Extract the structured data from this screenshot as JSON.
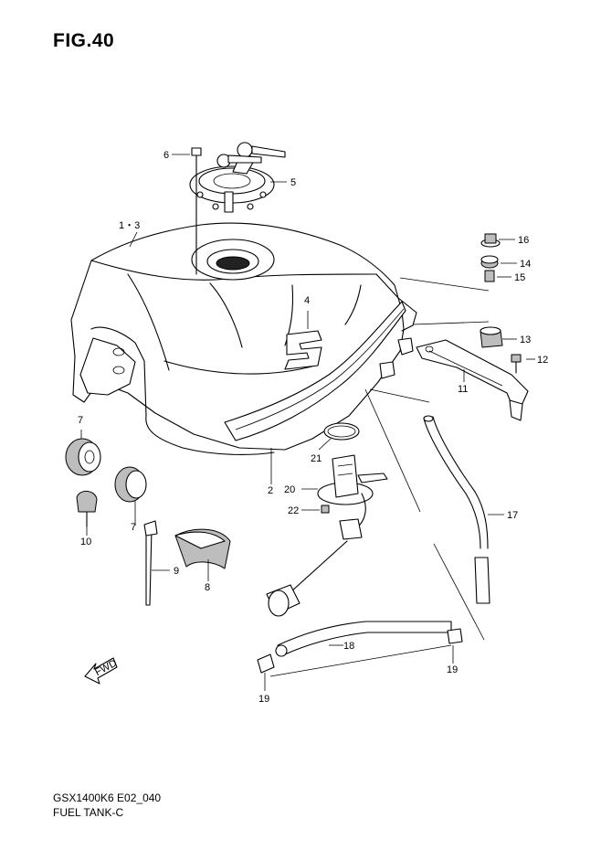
{
  "figure": {
    "title": "FIG.40",
    "model_code": "GSX1400K6 E02_040",
    "name": "FUEL TANK-C",
    "direction_label": "FWD"
  },
  "callouts": [
    "1・3",
    "2",
    "4",
    "5",
    "6",
    "7",
    "7",
    "8",
    "9",
    "10",
    "11",
    "12",
    "13",
    "14",
    "15",
    "16",
    "17",
    "18",
    "19",
    "19",
    "20",
    "21",
    "22"
  ]
}
